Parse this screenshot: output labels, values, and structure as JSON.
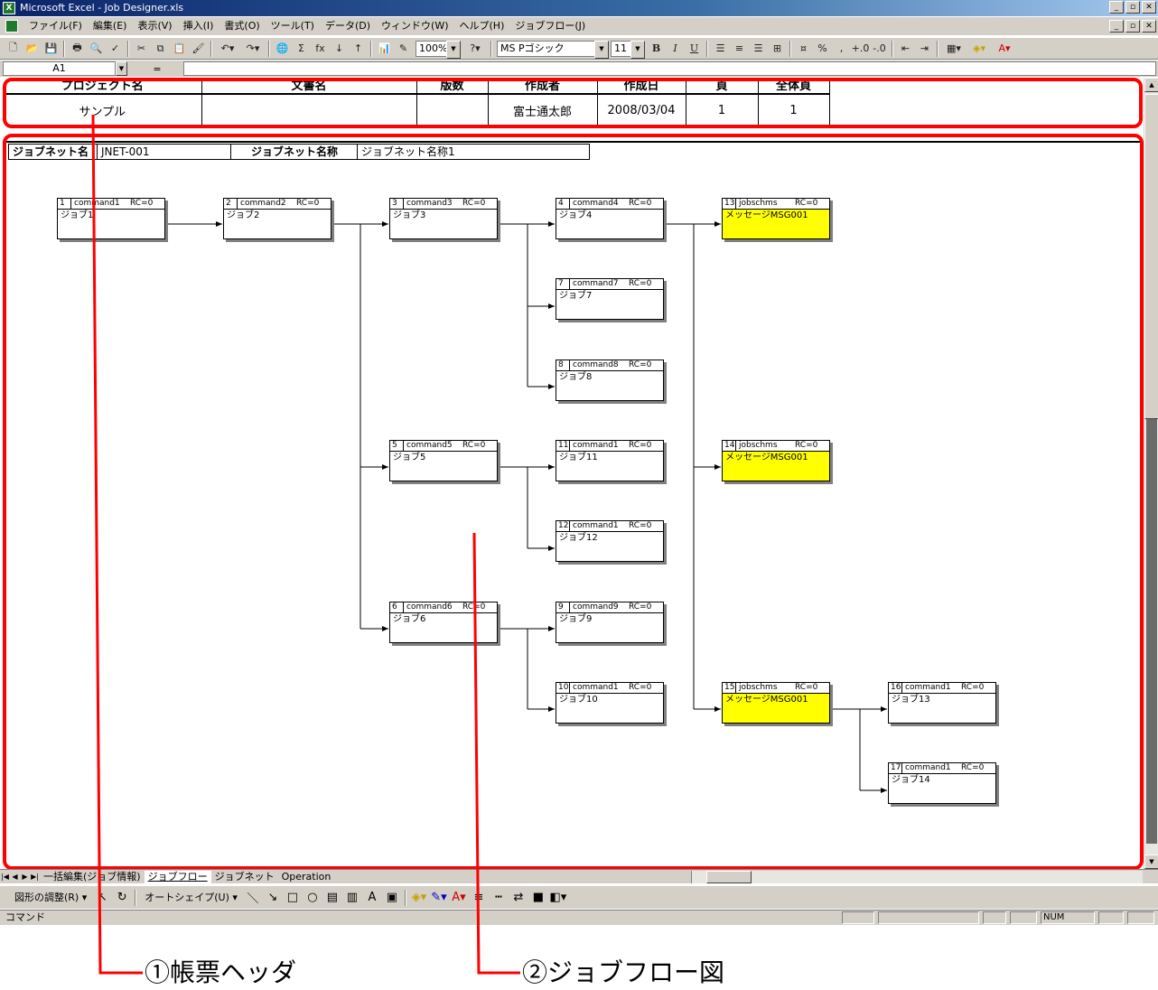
{
  "window": {
    "title": "Microsoft Excel - Job Designer.xls",
    "app_icon_glyph": "X",
    "buttons": [
      "_",
      "▫",
      "✕"
    ]
  },
  "menu": {
    "items": [
      "ファイル(F)",
      "編集(E)",
      "表示(V)",
      "挿入(I)",
      "書式(O)",
      "ツール(T)",
      "データ(D)",
      "ウィンドウ(W)",
      "ヘルプ(H)",
      "ジョブフロー(J)"
    ],
    "doc_buttons": [
      "_",
      "▫",
      "✕"
    ]
  },
  "toolbar": {
    "zoom": "100%",
    "font": "MS Pゴシック",
    "font_size": "11",
    "bold": "B",
    "italic": "I",
    "underline": "U",
    "percent": "%",
    "comma": ",",
    "sigma": "Σ",
    "fx": "fx"
  },
  "formula_bar": {
    "name_box": "A1",
    "equals": "="
  },
  "header_table": {
    "columns": [
      "プロジェクト名",
      "文書名",
      "版数",
      "作成者",
      "作成日",
      "頁",
      "全体頁"
    ],
    "values": [
      "サンプル",
      "",
      "",
      "富士通太郎",
      "2008/03/04",
      "1",
      "1"
    ]
  },
  "jobnet": {
    "name_label": "ジョブネット名",
    "name_value": "JNET-001",
    "title_label": "ジョブネット名称",
    "title_value": "ジョブネット名称1"
  },
  "jobs": [
    {
      "num": "1",
      "cmd": "command1",
      "rc": "RC=0",
      "name": "ジョブ1",
      "msg": false
    },
    {
      "num": "2",
      "cmd": "command2",
      "rc": "RC=0",
      "name": "ジョブ2",
      "msg": false
    },
    {
      "num": "3",
      "cmd": "command3",
      "rc": "RC=0",
      "name": "ジョブ3",
      "msg": false
    },
    {
      "num": "4",
      "cmd": "command4",
      "rc": "RC=0",
      "name": "ジョブ4",
      "msg": false
    },
    {
      "num": "13",
      "cmd": "jobschms",
      "rc": "RC=0",
      "name": "メッセージMSG001",
      "msg": true
    },
    {
      "num": "7",
      "cmd": "command7",
      "rc": "RC=0",
      "name": "ジョブ7",
      "msg": false
    },
    {
      "num": "8",
      "cmd": "command8",
      "rc": "RC=0",
      "name": "ジョブ8",
      "msg": false
    },
    {
      "num": "5",
      "cmd": "command5",
      "rc": "RC=0",
      "name": "ジョブ5",
      "msg": false
    },
    {
      "num": "11",
      "cmd": "command1",
      "rc": "RC=0",
      "name": "ジョブ11",
      "msg": false
    },
    {
      "num": "14",
      "cmd": "jobschms",
      "rc": "RC=0",
      "name": "メッセージMSG001",
      "msg": true
    },
    {
      "num": "12",
      "cmd": "command1",
      "rc": "RC=0",
      "name": "ジョブ12",
      "msg": false
    },
    {
      "num": "6",
      "cmd": "command6",
      "rc": "RC=0",
      "name": "ジョブ6",
      "msg": false
    },
    {
      "num": "9",
      "cmd": "command9",
      "rc": "RC=0",
      "name": "ジョブ9",
      "msg": false
    },
    {
      "num": "10",
      "cmd": "command1",
      "rc": "RC=0",
      "name": "ジョブ10",
      "msg": false
    },
    {
      "num": "15",
      "cmd": "jobschms",
      "rc": "RC=0",
      "name": "メッセージMSG001",
      "msg": true
    },
    {
      "num": "16",
      "cmd": "command1",
      "rc": "RC=0",
      "name": "ジョブ13",
      "msg": false
    },
    {
      "num": "17",
      "cmd": "command1",
      "rc": "RC=0",
      "name": "ジョブ14",
      "msg": false
    }
  ],
  "sheet_tabs": [
    "一括編集(ジョブ情報)",
    "ジョブフロー",
    "ジョブネット",
    "Operation"
  ],
  "active_tab": "ジョブフロー",
  "draw_toolbar": {
    "adjust": "図形の調整(R) ▾",
    "autoshape": "オートシェイプ(U) ▾"
  },
  "status": {
    "left": "コマンド",
    "num": "NUM"
  },
  "annotations": {
    "header": "①帳票ヘッダ",
    "flow": "②ジョブフロー図"
  },
  "colors": {
    "highlight": "#ff0000",
    "message_job": "#ffff00",
    "chrome": "#d4d0c8"
  }
}
